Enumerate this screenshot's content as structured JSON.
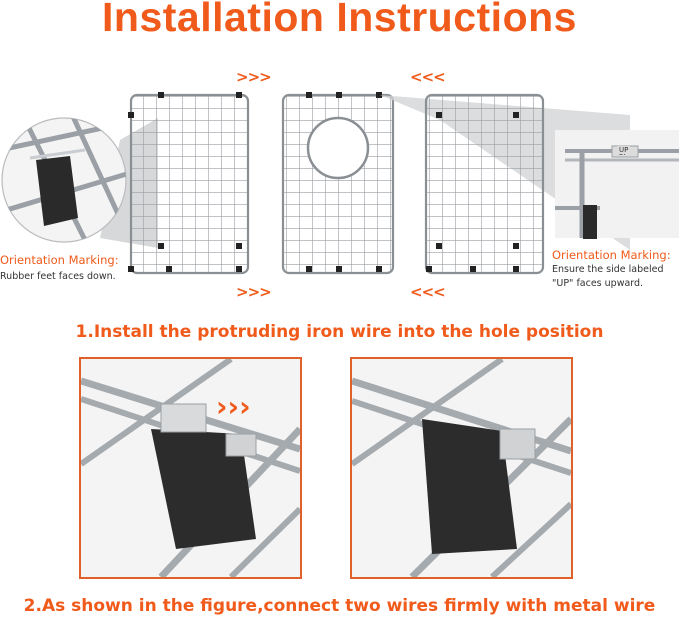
{
  "header": {
    "title": "Installation Instructions"
  },
  "chevrons": {
    "right": ">>>",
    "left": "<<<"
  },
  "left_note": {
    "title": "Orientation Marking:",
    "text": "Rubber feet faces down."
  },
  "right_note": {
    "title": "Orientation Marking:",
    "line1": "Ensure the side labeled",
    "line2": "\"UP\" faces upward."
  },
  "up_tag": "UP",
  "steps": {
    "step1": "1.Install the protruding iron wire into the hole position",
    "step2": "2.As shown in the figure,connect two wires firmly with metal wire"
  },
  "colors": {
    "accent": "#f05a1a",
    "text": "#333333",
    "wire": "#8a8f94",
    "frame": "#e0602a"
  }
}
